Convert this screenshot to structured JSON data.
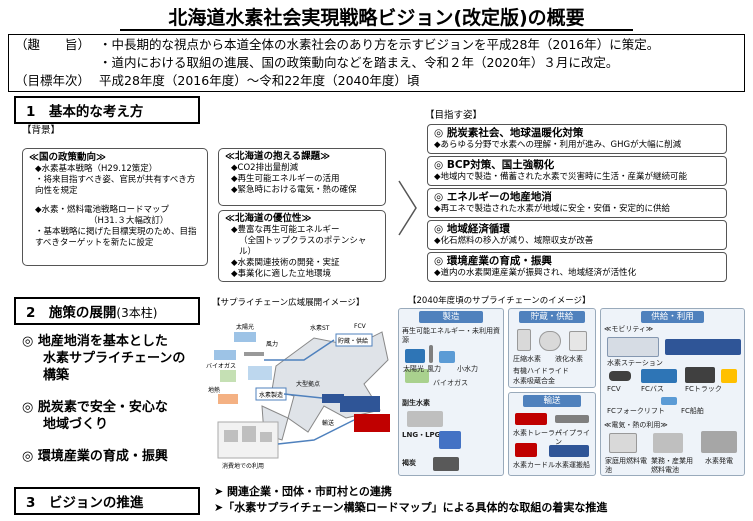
{
  "title": "北海道水素社会実現戦略ビジョン(改定版)の概要",
  "purpose": {
    "rows": [
      {
        "label": "（趣　　旨）",
        "text": "・中長期的な視点から本道全体の水素社会のあり方を示すビジョンを平成28年（2016年）に策定。"
      },
      {
        "label": "",
        "text": "・道内における取組の進展、国の政策動向などを踏まえ、令和２年（2020年）３月に改定。"
      },
      {
        "label": "（目標年次）",
        "text": "平成28年度（2016年度）～令和22年度（2040年度）頃"
      }
    ]
  },
  "section1": {
    "header": "1　基本的な考え方",
    "background_label": "【背景】",
    "national": {
      "title": "≪国の政策動向≫",
      "items": [
        "◆水素基本戦略（H29.12策定）",
        "・将来目指すべき姿、官民が共有すべき方向性を規定",
        "◆水素・燃料電池戦略ロードマップ",
        "（H31.３大幅改訂）",
        "・基本戦略に掲げた目標実現のため、目指すべきターゲットを新たに設定"
      ]
    },
    "issues": {
      "title": "≪北海道の抱える課題≫",
      "items": [
        "◆CO2排出量削減",
        "◆再生可能エネルギーの活用",
        "◆緊急時における電気・熱の確保"
      ]
    },
    "advantages": {
      "title": "≪北海道の優位性≫",
      "items": [
        "◆豊富な再生可能エネルギー",
        "（全国トップクラスのポテンシャル）",
        "◆水素関連技術の開発・実証",
        "◆事業化に適した立地環境"
      ]
    },
    "goals_label": "【目指す姿】",
    "goals": [
      {
        "title": "◎ 脱炭素社会、地球温暖化対策",
        "desc": "◆あらゆる分野で水素への理解・利用が進み、GHGが大幅に削減"
      },
      {
        "title": "◎ BCP対策、国土強靱化",
        "desc": "◆地域内で製造・備蓄された水素で災害時に生活・産業が継続可能"
      },
      {
        "title": "◎ エネルギーの地産地消",
        "desc": "◆再エネで製造された水素が地域に安全・安価・安定的に供給"
      },
      {
        "title": "◎ 地域経済循環",
        "desc": "◆化石燃料の移入が減り、域際収支が改善"
      },
      {
        "title": "◎ 環境産業の育成・振興",
        "desc": "◆道内の水素関連産業が振興され、地域経済が活性化"
      }
    ]
  },
  "section2": {
    "header": "2　施策の展開",
    "header_suffix": "(3本柱)",
    "pillars": [
      [
        "◎ 地産地消を基本とした",
        "水素サプライチェーンの",
        "構築"
      ],
      [
        "◎ 脱炭素で安全・安心な",
        "地域づくり"
      ],
      [
        "◎ 環境産業の育成・振興"
      ]
    ],
    "map_caption": "【サプライチェーン広域展開イメージ】",
    "map_labels": [
      "太陽光",
      "風力",
      "バイオガス",
      "地熱",
      "水素製造",
      "貯蔵・供給",
      "水素ST",
      "FCV",
      "大型拠点",
      "輸送",
      "消費地での利用"
    ],
    "sc_caption": "【2040年度頃のサプライチェーンのイメージ】",
    "sc": {
      "manufacture": "製造",
      "storage": "貯蔵・供給",
      "transport": "輸送",
      "supply_use": "供給・利用",
      "mobility": "≪モビリティ≫",
      "power_heat": "≪電気・熱の利用≫",
      "mfg_items": [
        "再生可能エネルギー・未利用資源",
        "太陽光",
        "風力",
        "小水力",
        "バイオガス",
        "副生水素",
        "LNG・LPG",
        "褐炭"
      ],
      "storage_items": [
        "圧縮水素",
        "液化水素",
        "有機ハイドライド",
        "水素吸蔵合金"
      ],
      "transport_items": [
        "水素トレーラー",
        "パイプライン",
        "水素カードル",
        "水素運搬船"
      ],
      "use_items": [
        "水素ステーション",
        "FCV",
        "FCバス",
        "FCトラック",
        "FCフォークリフト",
        "FC船舶",
        "家庭用燃料電池",
        "業務・産業用燃料電池",
        "水素発電"
      ]
    }
  },
  "section3": {
    "header": "3　ビジョンの推進",
    "items": [
      "➤ 関連企業・団体・市町村との連携",
      "➤「水素サプライチェーン構築ロードマップ」による具体的な取組の着実な推進"
    ]
  }
}
